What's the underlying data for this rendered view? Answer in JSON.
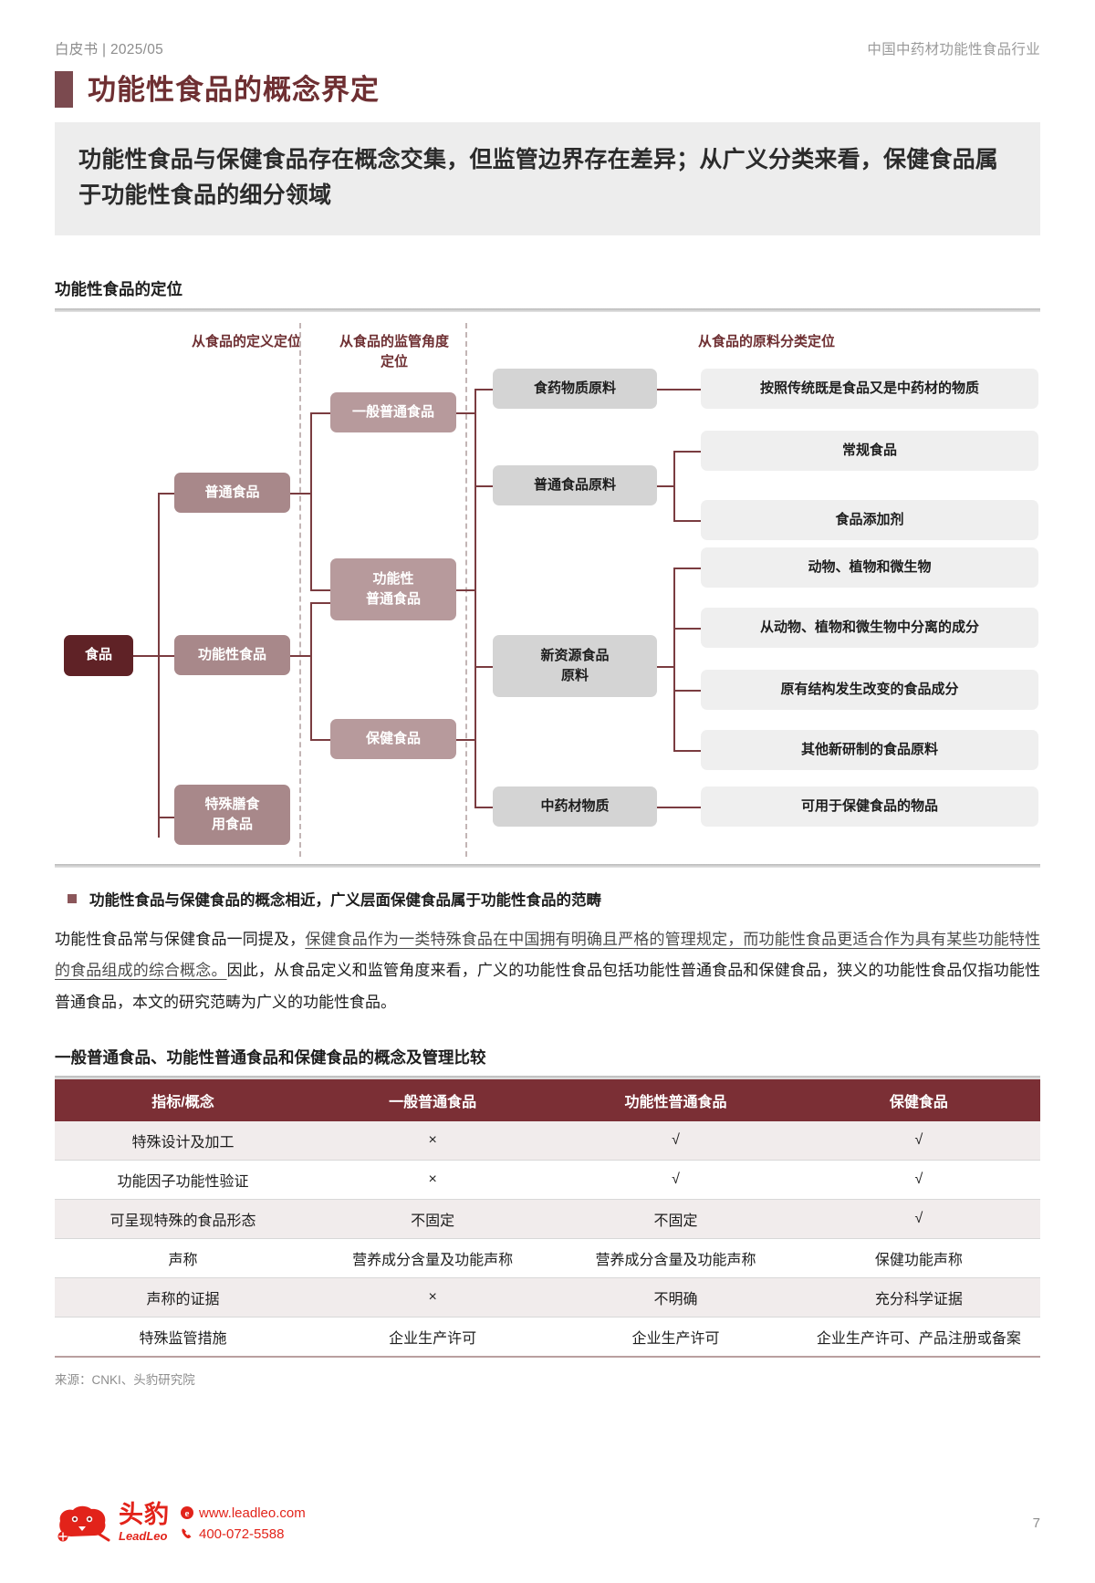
{
  "header": {
    "doc_type": "白皮书 | 2025/05",
    "report_name": "中国中药材功能性食品行业"
  },
  "title": "功能性食品的概念界定",
  "lead": "功能性食品与保健食品存在概念交集，但监管边界存在差异；从广义分类来看，保健食品属于功能性食品的细分领域",
  "diagram": {
    "section_title": "功能性食品的定位",
    "columns": [
      {
        "label": "从食品的定义定位"
      },
      {
        "label": "从食品的监管角度\n定位"
      },
      {
        "label": "从食品的原料分类定位"
      }
    ],
    "root": "食品",
    "level1": [
      "普通食品",
      "功能性食品",
      "特殊膳食\n用食品"
    ],
    "level2": [
      "一般普通食品",
      "功能性\n普通食品",
      "保健食品"
    ],
    "level3": [
      "食药物质原料",
      "普通食品原料",
      "新资源食品\n原料",
      "中药材物质"
    ],
    "level4": [
      "按照传统既是食品又是中药材的物质",
      "常规食品",
      "食品添加剂",
      "动物、植物和微生物",
      "从动物、植物和微生物中分离的成分",
      "原有结构发生改变的食品成分",
      "其他新研制的食品原料",
      "可用于保健食品的物品"
    ]
  },
  "bullet": "功能性食品与保健食品的概念相近，广义层面保健食品属于功能性食品的范畴",
  "paragraph": {
    "part1": "功能性食品常与保健食品一同提及，",
    "underlined": "保健食品作为一类特殊食品在中国拥有明确且严格的管理规定，而功能性食品更适合作为具有某些功能特性的食品组成的综合概念。",
    "part2": "因此，从食品定义和监管角度来看，广义的功能性食品包括功能性普通食品和保健食品，狭义的功能性食品仅指功能性普通食品，本文的研究范畴为广义的功能性食品。"
  },
  "table": {
    "title": "一般普通食品、功能性普通食品和保健食品的概念及管理比较",
    "headers": [
      "指标/概念",
      "一般普通食品",
      "功能性普通食品",
      "保健食品"
    ],
    "rows": [
      [
        "特殊设计及加工",
        "×",
        "√",
        "√"
      ],
      [
        "功能因子功能性验证",
        "×",
        "√",
        "√"
      ],
      [
        "可呈现特殊的食品形态",
        "不固定",
        "不固定",
        "√"
      ],
      [
        "声称",
        "营养成分含量及功能声称",
        "营养成分含量及功能声称",
        "保健功能声称"
      ],
      [
        "声称的证据",
        "×",
        "不明确",
        "充分科学证据"
      ],
      [
        "特殊监管措施",
        "企业生产许可",
        "企业生产许可",
        "企业生产许可、产品注册或备案"
      ]
    ]
  },
  "source": "来源：CNKI、头豹研究院",
  "footer": {
    "brand_cn": "头豹",
    "brand_en": "LeadLeo",
    "website": "www.leadleo.com",
    "phone": "400-072-5588",
    "page_number": "7"
  },
  "colors": {
    "accent_dark": "#5f2226",
    "accent": "#7b2f35",
    "node_level1": "#a8888a",
    "node_level2": "#b79a9c",
    "node_grey": "#d4d4d4",
    "node_grey_light": "#efefef",
    "brand_red": "#e2231a"
  }
}
